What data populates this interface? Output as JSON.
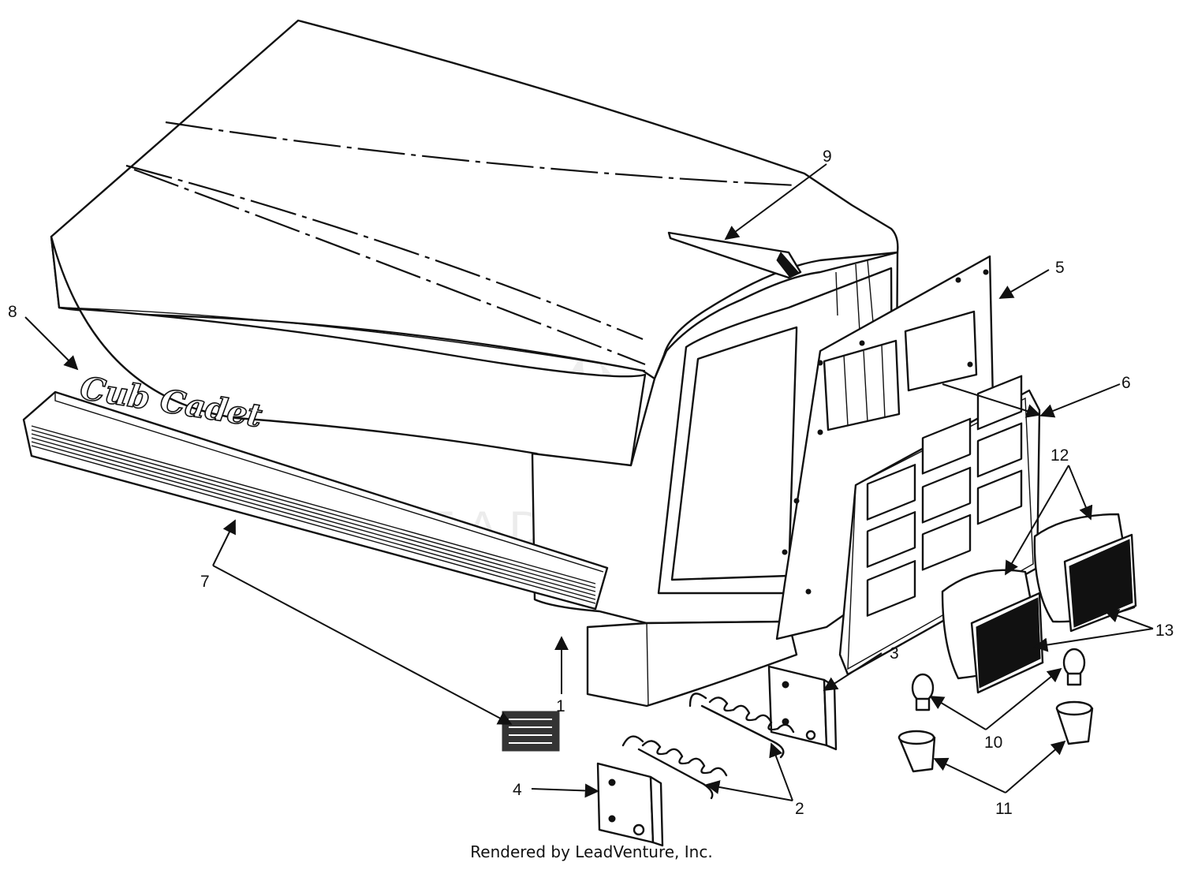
{
  "diagram": {
    "logo_text": "Cub Cadet",
    "watermark": "LEADVENTURE",
    "callouts": [
      {
        "id": "1",
        "label": "1"
      },
      {
        "id": "2",
        "label": "2"
      },
      {
        "id": "3",
        "label": "3"
      },
      {
        "id": "4",
        "label": "4"
      },
      {
        "id": "5",
        "label": "5"
      },
      {
        "id": "6",
        "label": "6"
      },
      {
        "id": "7",
        "label": "7"
      },
      {
        "id": "8",
        "label": "8"
      },
      {
        "id": "9",
        "label": "9"
      },
      {
        "id": "10",
        "label": "10"
      },
      {
        "id": "11",
        "label": "11"
      },
      {
        "id": "12",
        "label": "12"
      },
      {
        "id": "13",
        "label": "13"
      }
    ]
  },
  "footer": {
    "credit": "Rendered by LeadVenture, Inc."
  }
}
